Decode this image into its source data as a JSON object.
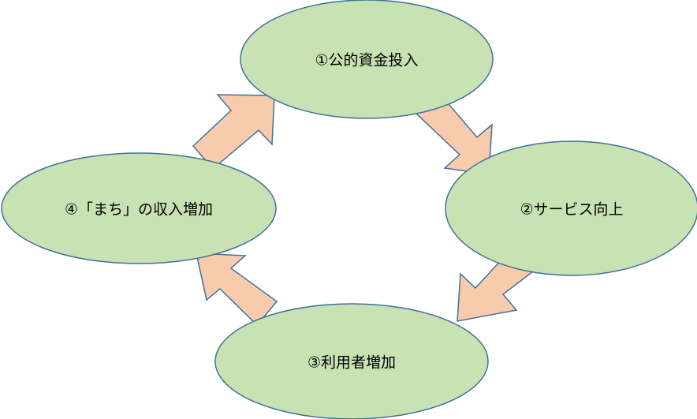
{
  "colors": {
    "node_fill": "#c8e2b4",
    "node_stroke": "#41719c",
    "arrow_fill": "#f8cbad",
    "arrow_stroke": "#41719c",
    "background": "#ffffff"
  },
  "nodes": [
    {
      "id": "public-investment",
      "label": "①公的資金投入"
    },
    {
      "id": "service-improvement",
      "label": "②サービス向上"
    },
    {
      "id": "user-increase",
      "label": "③利用者増加"
    },
    {
      "id": "town-income-increase",
      "label": "④「まち」の収入増加"
    }
  ],
  "edges": [
    {
      "from": "public-investment",
      "to": "service-improvement"
    },
    {
      "from": "service-improvement",
      "to": "user-increase"
    },
    {
      "from": "user-increase",
      "to": "town-income-increase"
    },
    {
      "from": "town-income-increase",
      "to": "public-investment"
    }
  ]
}
